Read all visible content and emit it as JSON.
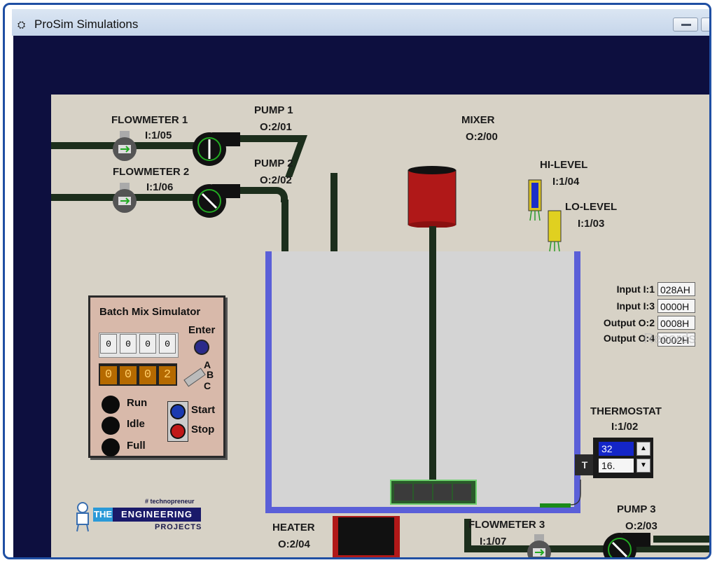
{
  "window": {
    "title": "ProSim Simulations",
    "icon": "prosim-app-icon"
  },
  "flowmeter1": {
    "name": "FLOWMETER 1",
    "addr": "I:1/05"
  },
  "flowmeter2": {
    "name": "FLOWMETER 2",
    "addr": "I:1/06"
  },
  "flowmeter3": {
    "name": "FLOWMETER 3",
    "addr": "I:1/07"
  },
  "pump1": {
    "name": "PUMP 1",
    "addr": "O:2/01"
  },
  "pump2": {
    "name": "PUMP 2",
    "addr": "O:2/02"
  },
  "pump3": {
    "name": "PUMP 3",
    "addr": "O:2/03"
  },
  "mixer": {
    "name": "MIXER",
    "addr": "O:2/00"
  },
  "hilevel": {
    "name": "HI-LEVEL",
    "addr": "I:1/04"
  },
  "lolevel": {
    "name": "LO-LEVEL",
    "addr": "I:1/03"
  },
  "heater": {
    "name": "HEATER",
    "addr": "O:2/04"
  },
  "thermostat": {
    "name": "THERMOSTAT",
    "addr": "I:1/02",
    "value_top": "32",
    "value_bottom": "16.",
    "sensor_label": "T"
  },
  "io": [
    {
      "label": "Input I:1",
      "value": "028AH"
    },
    {
      "label": "Input I:3",
      "value": "0000H"
    },
    {
      "label": "Output O:2",
      "value": "0008H"
    },
    {
      "label": "Output O:4",
      "value": "0002H"
    }
  ],
  "batch": {
    "title": "Batch Mix Simulator",
    "enter_label": "Enter",
    "spinners": [
      "0",
      "0",
      "0",
      "0"
    ],
    "digits": [
      "0",
      "0",
      "0",
      "2"
    ],
    "switch_labels": {
      "a": "A",
      "b": "B",
      "c": "C"
    },
    "lamps": [
      "Run",
      "Idle",
      "Full"
    ],
    "start_label": "Start",
    "stop_label": "Stop"
  },
  "watermark": "Records",
  "logo": {
    "tagline": "# technopreneur",
    "word1": "THE",
    "word2": "ENGINEERING",
    "word3": "PROJECTS"
  },
  "colors": {
    "tank_wall": "#5a5fd8",
    "pipe": "#1c2e1c",
    "panel": "#d7d2c6",
    "mixer_red": "#b01818",
    "heater_red": "#b01818",
    "hilevel_blue": "#1c2ec8",
    "lolevel_yellow": "#e0d020"
  }
}
